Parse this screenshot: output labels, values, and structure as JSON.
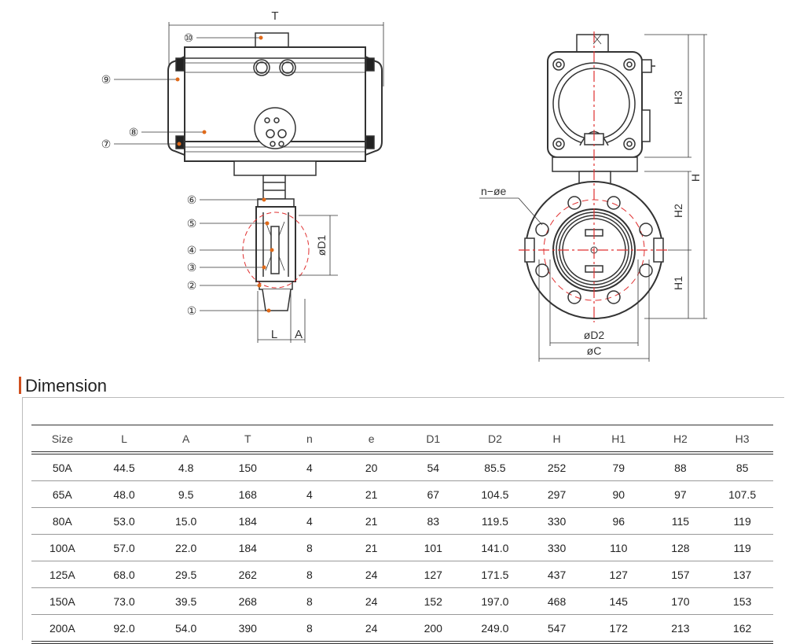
{
  "drawing": {
    "side_view": {
      "dim_top": "T",
      "dim_d1": "øD1",
      "dim_l": "L",
      "dim_a": "A",
      "callouts": [
        "①",
        "②",
        "③",
        "④",
        "⑤",
        "⑥",
        "⑦",
        "⑧",
        "⑨",
        "⑩"
      ]
    },
    "front_view": {
      "label_bolt": "n−øe",
      "dim_h3": "H3",
      "dim_h": "H",
      "dim_h2": "H2",
      "dim_h1": "H1",
      "dim_d2": "øD2",
      "dim_c": "øC"
    }
  },
  "section": {
    "title": "Dimension",
    "accent_color": "#d0501f"
  },
  "table": {
    "headers": [
      "Size",
      "L",
      "A",
      "T",
      "n",
      "e",
      "D1",
      "D2",
      "H",
      "H1",
      "H2",
      "H3"
    ],
    "rows": [
      [
        "50A",
        "44.5",
        "4.8",
        "150",
        "4",
        "20",
        "54",
        "85.5",
        "252",
        "79",
        "88",
        "85"
      ],
      [
        "65A",
        "48.0",
        "9.5",
        "168",
        "4",
        "21",
        "67",
        "104.5",
        "297",
        "90",
        "97",
        "107.5"
      ],
      [
        "80A",
        "53.0",
        "15.0",
        "184",
        "4",
        "21",
        "83",
        "119.5",
        "330",
        "96",
        "115",
        "119"
      ],
      [
        "100A",
        "57.0",
        "22.0",
        "184",
        "8",
        "21",
        "101",
        "141.0",
        "330",
        "110",
        "128",
        "119"
      ],
      [
        "125A",
        "68.0",
        "29.5",
        "262",
        "8",
        "24",
        "127",
        "171.5",
        "437",
        "127",
        "157",
        "137"
      ],
      [
        "150A",
        "73.0",
        "39.5",
        "268",
        "8",
        "24",
        "152",
        "197.0",
        "468",
        "145",
        "170",
        "153"
      ],
      [
        "200A",
        "92.0",
        "54.0",
        "390",
        "8",
        "24",
        "200",
        "249.0",
        "547",
        "172",
        "213",
        "162"
      ]
    ]
  },
  "colors": {
    "callout_dot": "#e06a1a",
    "centerline": "#e03030",
    "line": "#333333"
  }
}
